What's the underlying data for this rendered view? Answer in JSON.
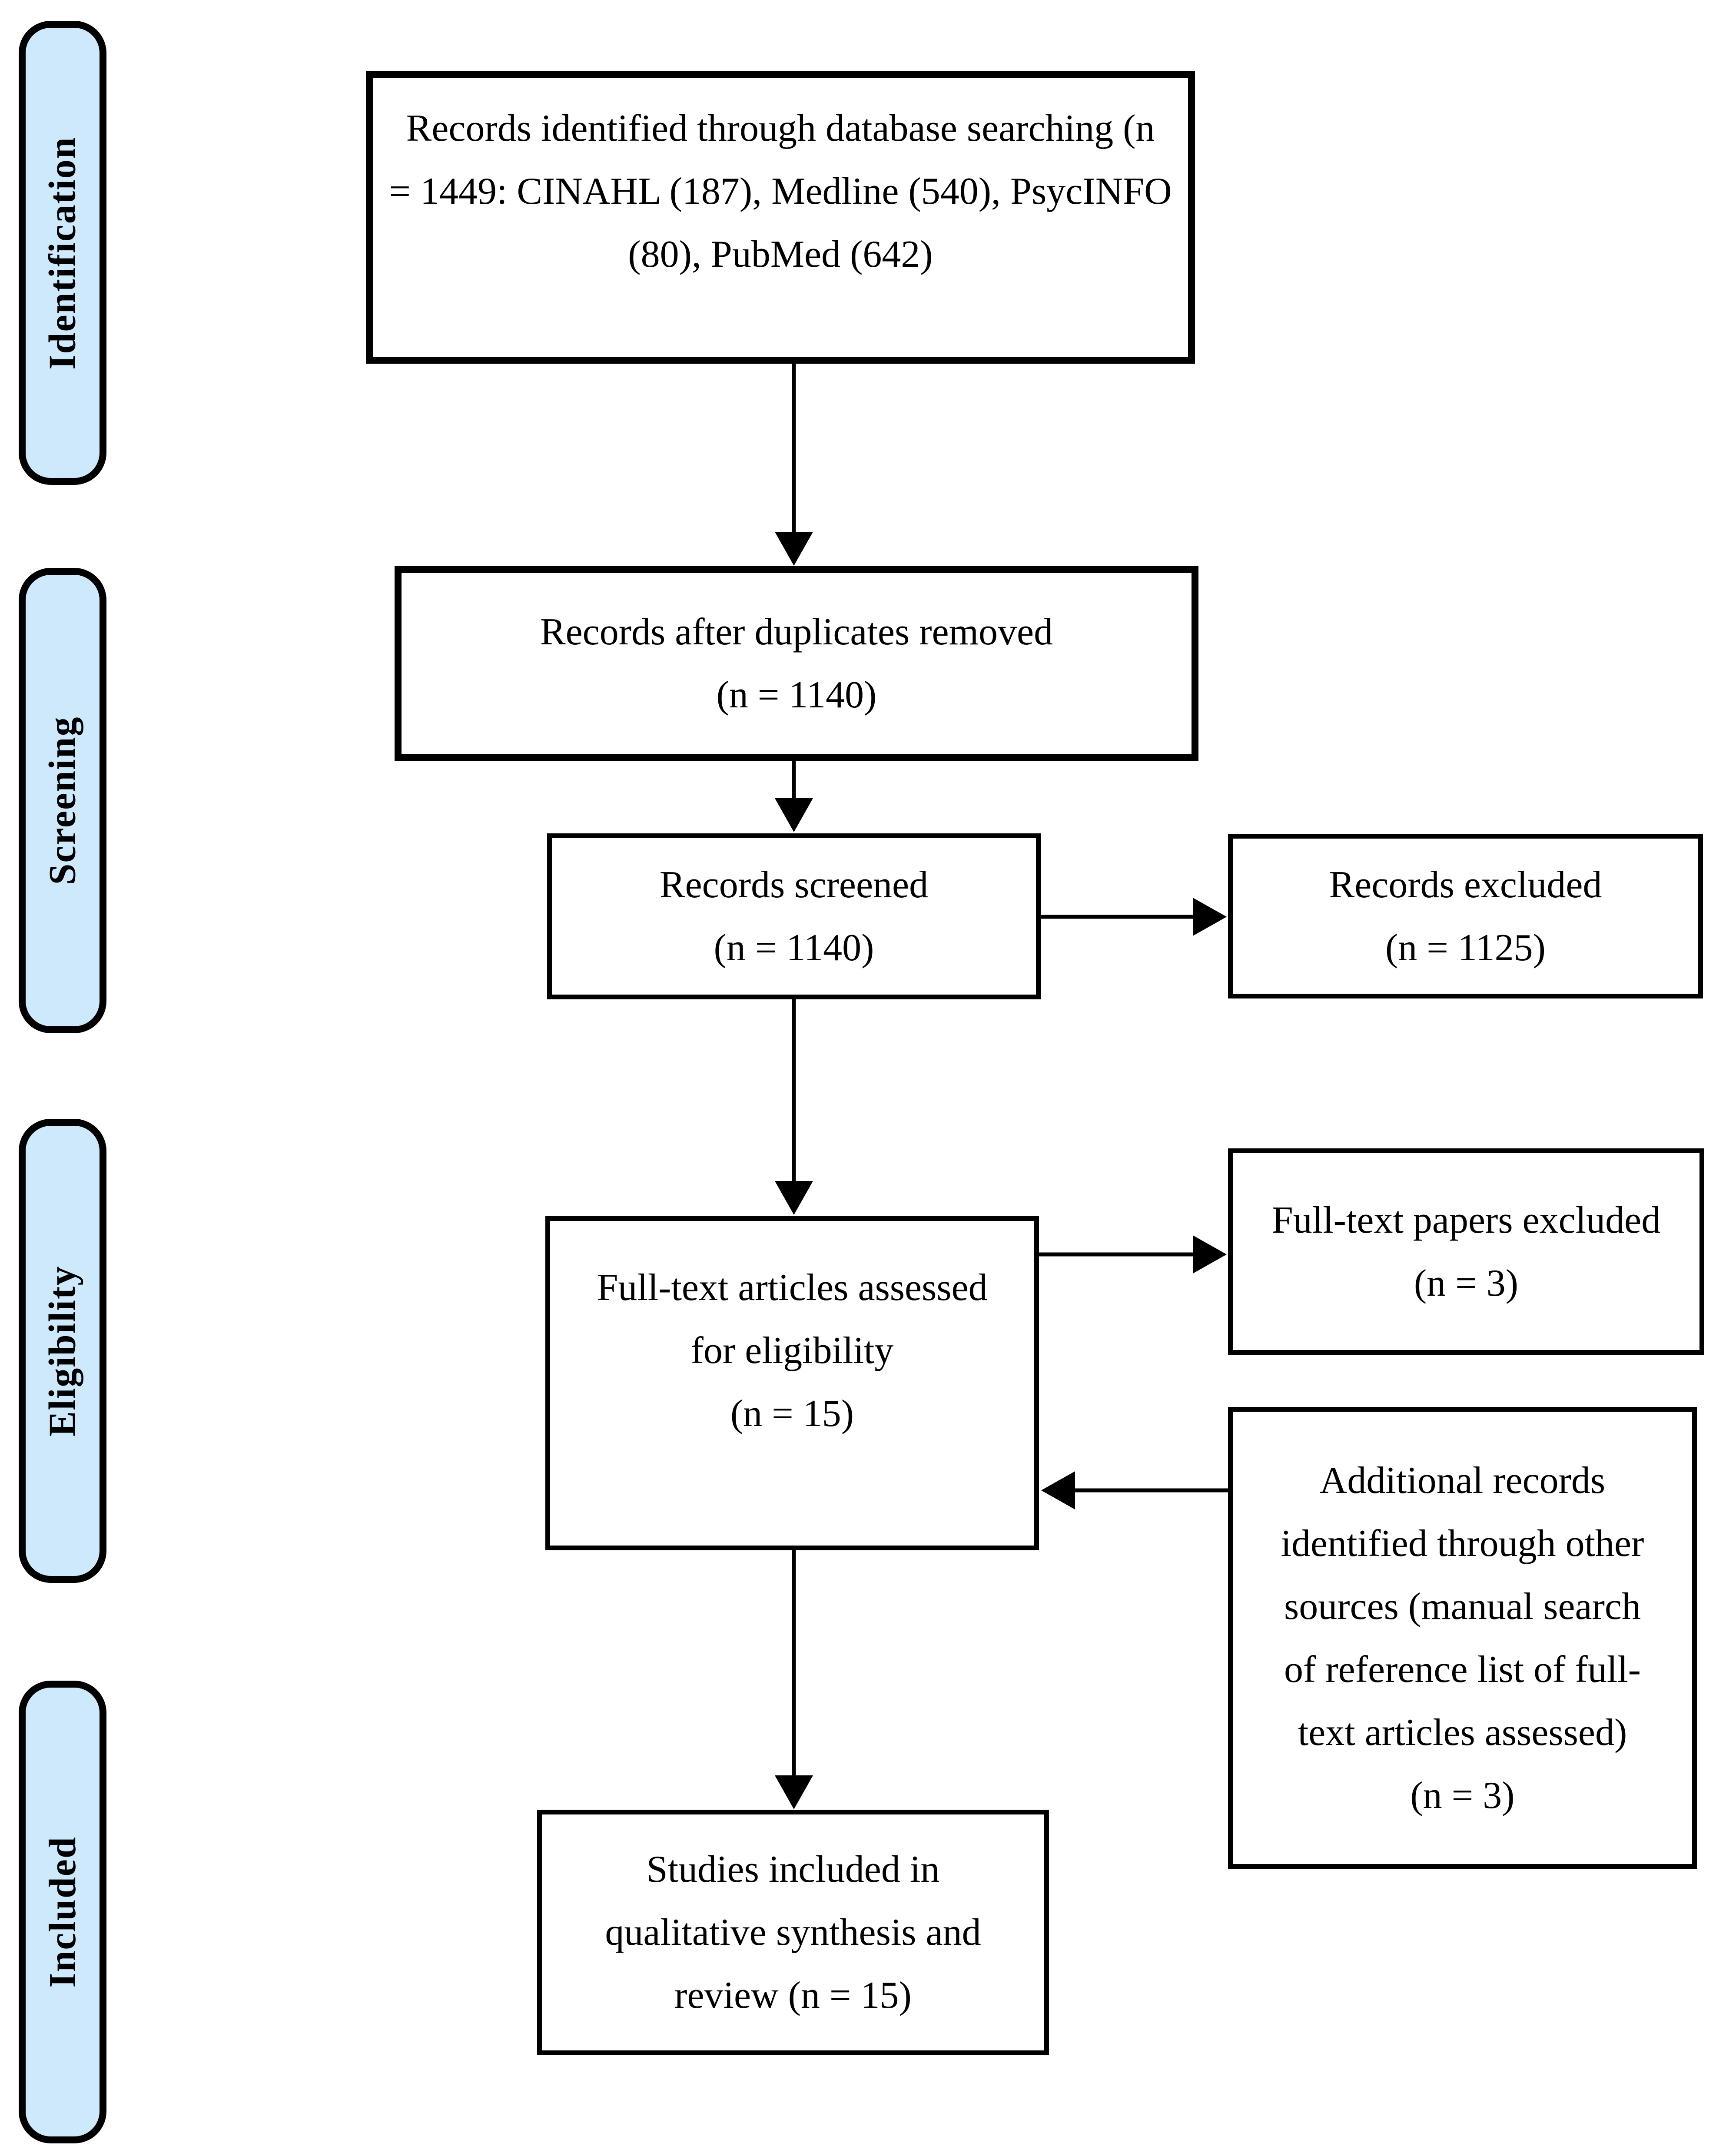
{
  "colors": {
    "stage_fill": "#cde9fb",
    "line": "#000000",
    "box_fill": "#ffffff",
    "background": "#ffffff"
  },
  "stages": [
    {
      "label": "Identification"
    },
    {
      "label": "Screening"
    },
    {
      "label": "Eligibility"
    },
    {
      "label": "Included"
    }
  ],
  "boxes": {
    "records_identified": {
      "lines": [
        "Records identified through database searching (n",
        "= 1449: CINAHL (187), Medline (540), PsycINFO",
        "(80), PubMed (642)"
      ]
    },
    "duplicates_removed": {
      "lines": [
        "Records after duplicates removed",
        "(n = 1140)"
      ]
    },
    "records_screened": {
      "lines": [
        "Records screened",
        "(n = 1140)"
      ]
    },
    "records_excluded": {
      "lines": [
        "Records excluded",
        "(n = 1125)"
      ]
    },
    "fulltext_assessed": {
      "lines": [
        "Full-text articles assessed",
        "for eligibility",
        "(n = 15)"
      ]
    },
    "fulltext_excluded": {
      "lines": [
        "Full-text papers excluded",
        "(n = 3)"
      ]
    },
    "additional_records": {
      "lines": [
        "Additional records",
        "identified through other",
        "sources (manual search",
        "of reference list of full-",
        "text articles assessed)",
        "(n = 3)"
      ]
    },
    "studies_included": {
      "lines": [
        "Studies included in",
        "qualitative synthesis and",
        "review (n = 15)"
      ]
    }
  },
  "connections": [
    {
      "from": "records_identified",
      "to": "duplicates_removed",
      "direction": "down"
    },
    {
      "from": "duplicates_removed",
      "to": "records_screened",
      "direction": "down"
    },
    {
      "from": "records_screened",
      "to": "records_excluded",
      "direction": "right"
    },
    {
      "from": "records_screened",
      "to": "fulltext_assessed",
      "direction": "down"
    },
    {
      "from": "fulltext_assessed",
      "to": "fulltext_excluded",
      "direction": "right"
    },
    {
      "from": "additional_records",
      "to": "fulltext_assessed",
      "direction": "left"
    },
    {
      "from": "fulltext_assessed",
      "to": "studies_included",
      "direction": "down"
    }
  ]
}
